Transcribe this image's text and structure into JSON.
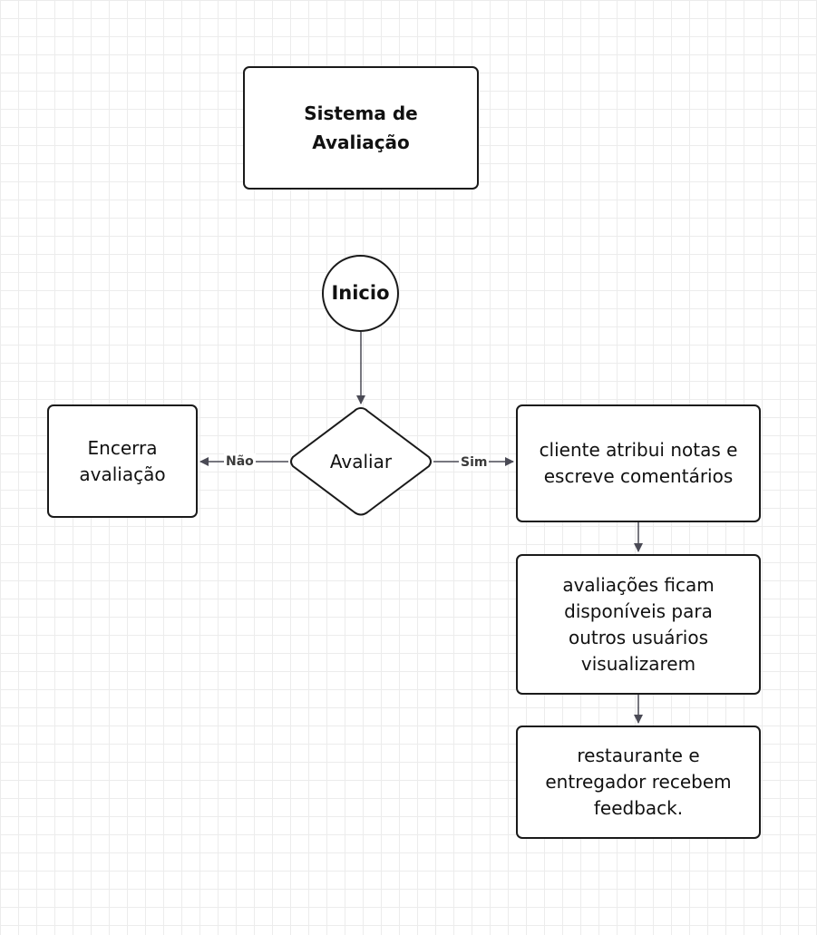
{
  "diagram": {
    "title": "Sistema de\nAvaliação",
    "start": "Inicio",
    "decision": "Avaliar",
    "end": "Encerra\navaliação",
    "steps": [
      "cliente atribui notas e\nescreve comentários",
      "avaliações ficam\ndisponíveis para\noutros usuários\nvisualizarem",
      "restaurante e\nentregador recebem\nfeedback."
    ],
    "edge_labels": {
      "no": "Não",
      "yes": "Sim"
    }
  },
  "colors": {
    "stroke": "#1a1a1a",
    "connector": "#4a4a55",
    "grid": "#ececec",
    "background": "#ffffff"
  }
}
